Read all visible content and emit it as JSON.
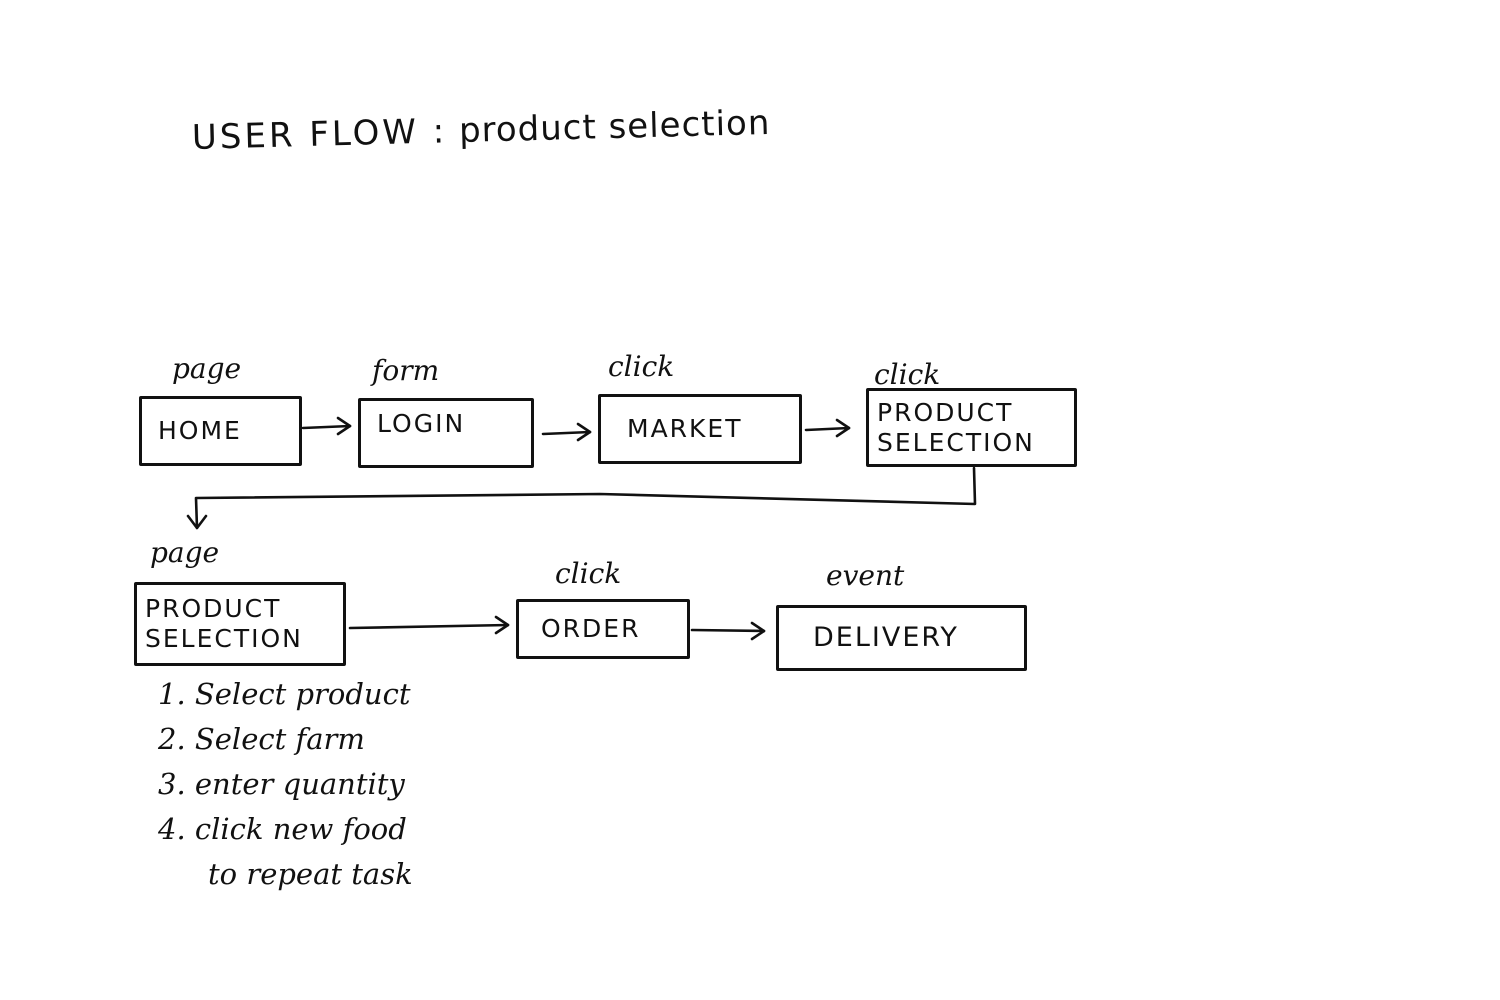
{
  "title": {
    "prefix": "USER FLOW :",
    "text": "product selection"
  },
  "flow_row_1": [
    {
      "type_label": "page",
      "box_label": "HOME"
    },
    {
      "type_label": "form",
      "box_label": "LOGIN"
    },
    {
      "type_label": "click",
      "box_label": "MARKET"
    },
    {
      "type_label": "click",
      "box_label_lines": [
        "PRODUCT",
        "SELECTION"
      ]
    }
  ],
  "flow_row_2": [
    {
      "type_label": "page",
      "box_label_lines": [
        "PRODUCT",
        "SELECTION"
      ]
    },
    {
      "type_label": "click",
      "box_label": "ORDER"
    },
    {
      "type_label": "event",
      "box_label": "DELIVERY"
    }
  ],
  "steps": [
    "1. Select product",
    "2. Select farm",
    "3. enter quantity",
    "4. click new food",
    "to repeat task"
  ],
  "colors": {
    "ink": "#111111",
    "paper": "#ffffff"
  }
}
